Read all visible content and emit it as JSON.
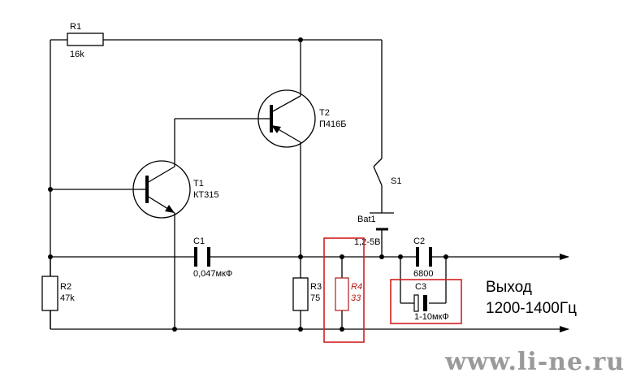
{
  "labels": {
    "r1_ref": "R1",
    "r1_val": "16k",
    "r2_ref": "R2",
    "r2_val": "47k",
    "r3_ref": "R3",
    "r3_val": "75",
    "r4_ref": "R4",
    "r4_val": "33",
    "t1_ref": "T1",
    "t1_val": "КТ315",
    "t2_ref": "T2",
    "t2_val": "П416Б",
    "c1_ref": "C1",
    "c1_val": "0,047мкФ",
    "c2_ref": "C2",
    "c2_val": "6800",
    "c3_ref": "C3",
    "c3_val": "1-10мкФ",
    "s1_ref": "S1",
    "bat_ref": "Bat1",
    "bat_val": "1,2-5В"
  },
  "output": {
    "title": "Выход",
    "range": "1200-1400Гц"
  },
  "watermark": "www.li-ne.ru",
  "colors": {
    "wire": "#000000",
    "highlight": "#d42020",
    "r4": "#b01818",
    "watermark": "#9a9a9a"
  }
}
